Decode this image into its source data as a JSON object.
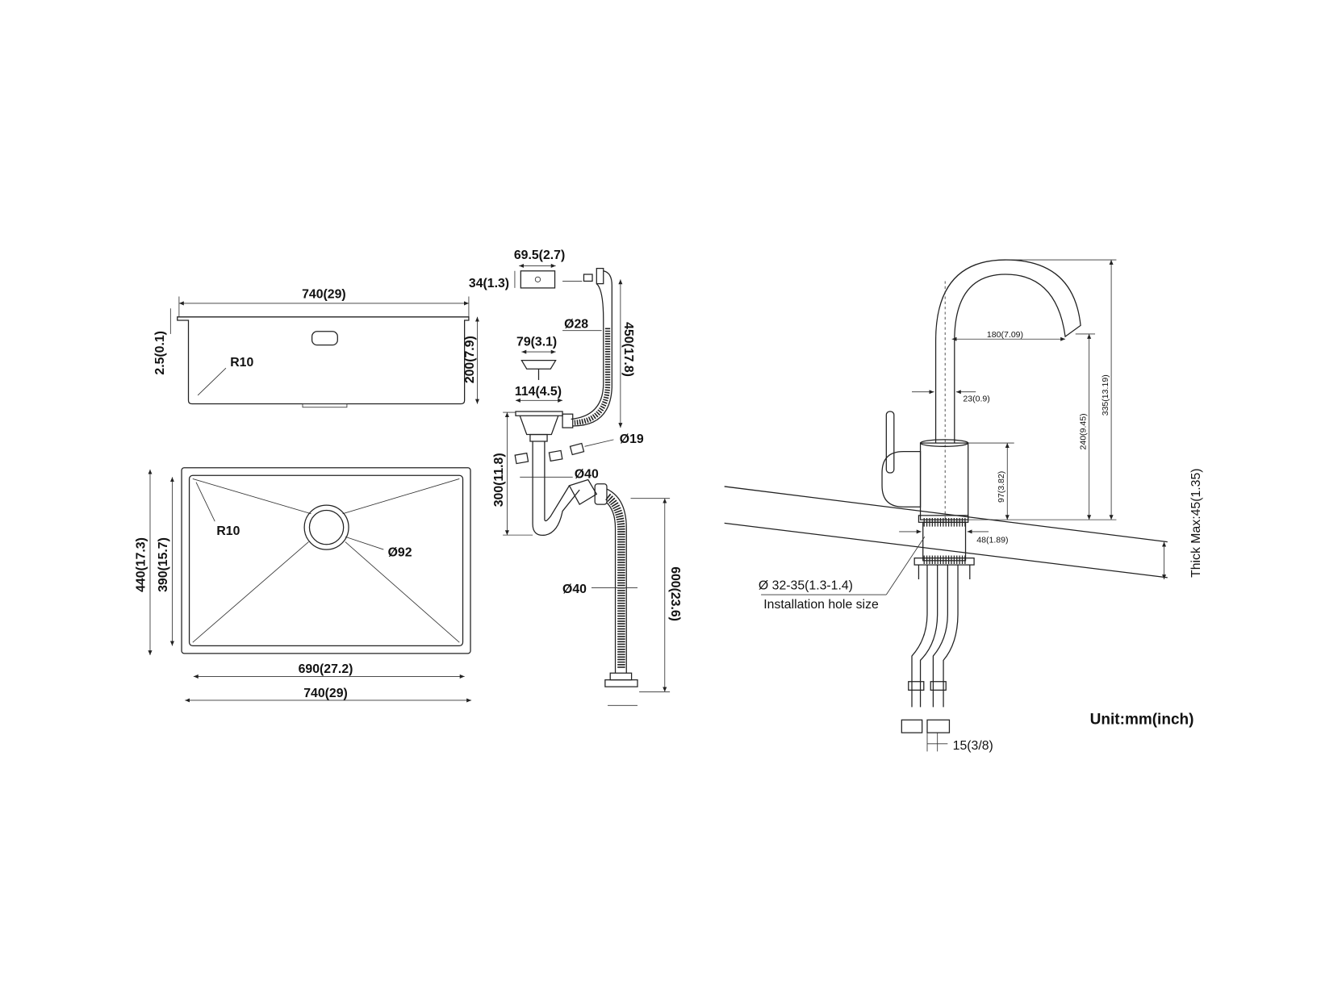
{
  "sink_side": {
    "width": "740(29)",
    "depth": "200(7.9)",
    "rim": "2.5(0.1)",
    "radius": "R10"
  },
  "sink_top": {
    "radius": "R10",
    "drain": "Ø92",
    "outer_depth": "440(17.3)",
    "inner_depth": "390(15.7)",
    "inner_width": "690(27.2)",
    "outer_width": "740(29)"
  },
  "drain_kit": {
    "overflow_w": "69.5(2.7)",
    "overflow_h": "34(1.3)",
    "hose_d": "Ø28",
    "hose_len": "450(17.8)",
    "strainer": "79(3.1)",
    "basket": "114(4.5)",
    "side_d": "Ø19",
    "trap_d": "Ø40",
    "trap_h": "300(11.8)",
    "outlet_d": "Ø40",
    "outlet_len": "600(23.6)"
  },
  "faucet": {
    "reach": "180(7.09)",
    "spout_d": "23(0.9)",
    "spout_h": "240(9.45)",
    "total_h": "335(13.19)",
    "body_h": "97(3.82)",
    "base_d": "48(1.89)",
    "thick": "Thick Max:45(1.35)",
    "hole": "Ø 32-35(1.3-1.4)",
    "hole_label": "Installation hole size",
    "hose": "15(3/8)"
  },
  "unit": "Unit:mm(inch)"
}
